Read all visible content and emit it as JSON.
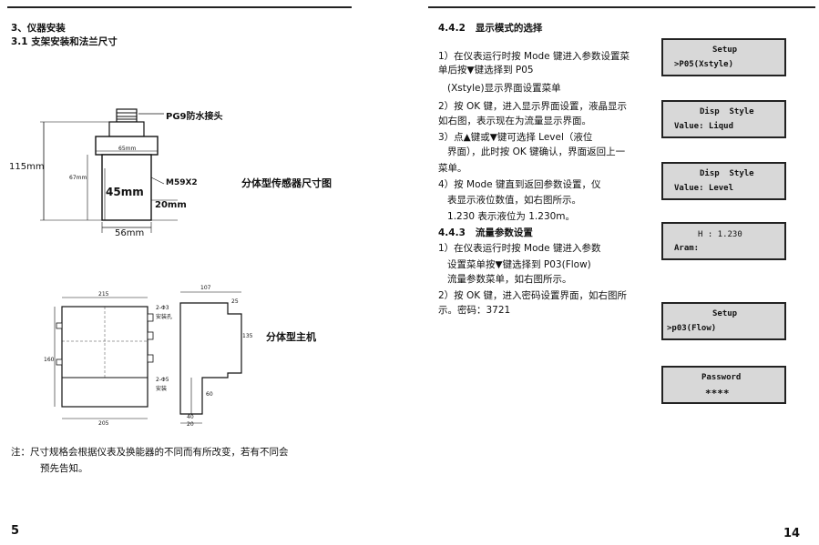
{
  "left_page": {
    "section_title": "3、仪器安装",
    "subsection_title": "3.1 支架安装和法兰尺寸",
    "sensor_drawing": {
      "connector_label": "PG9防水接头",
      "dim_overall": "115mm",
      "dim_top": "65mm",
      "dim_inner": "67mm",
      "dim_45": "45mm",
      "dim_thread": "M59X2",
      "dim_20": "20mm",
      "dim_bottom": "56mm"
    },
    "sensor_caption": "分体型传感器尺寸图",
    "host_drawing": {
      "dim_top": "215",
      "dim_height": "160",
      "dim_hole1": "2-Φ3",
      "dim_hole1b": "安装孔",
      "dim_hole2": "2-Φ5",
      "dim_hole2b": "安装",
      "dim_bottom": "205",
      "dim_side_top": "107",
      "dim_side_25": "25",
      "dim_side_135": "135",
      "dim_side_60": "60",
      "dim_side_40": "40",
      "dim_side_20": "20"
    },
    "host_caption": "分体型主机",
    "note_line1": "注：尺寸规格会根据仪表及换能器的不同而有所改变，若有不同会",
    "note_line2": "预先告知。",
    "page_number": "5"
  },
  "right_page": {
    "heading_442": "4.4.2   显示模式的选择",
    "p442": [
      "1）在仪表运行时按 Mode 键进入参数设置菜",
      "单后按▼键选择到 P05",
      "   (Xstyle)显示界面设置菜单",
      "2）按 OK 键，进入显示界面设置，液晶显示",
      "如右图，表示现在为流量显示界面。",
      "3）点▲键或▼键可选择 Level（液位",
      "   界面），此时按 OK 键确认，界面返回上一",
      "菜单。",
      "4）按 Mode 键直到返回参数设置，仪",
      "   表显示液位数值，如右图所示。",
      "   1.230 表示液位为 1.230m。"
    ],
    "heading_443": "4.4.3   流量参数设置",
    "p443": [
      "1）在仪表运行时按 Mode 键进入参数",
      "   设置菜单按▼键选择到 P03(Flow)",
      "   流量参数菜单，如右图所示。",
      "2）按 OK 键，进入密码设置界面，如右图所",
      "示。密码：3721"
    ],
    "lcd_screens": [
      {
        "line1": "Setup",
        "line2": ">P05(Xstyle)"
      },
      {
        "line1": "Disp  Style",
        "line2": "Value: Liqud"
      },
      {
        "line1": "Disp  Style",
        "line2": "Value: Level"
      },
      {
        "line1": "H : 1.230",
        "line2": "Aram:"
      },
      {
        "line1": "Setup",
        "line2": ">p03(Flow)"
      },
      {
        "line1": "Password",
        "line2": "****"
      }
    ],
    "page_number": "14"
  }
}
